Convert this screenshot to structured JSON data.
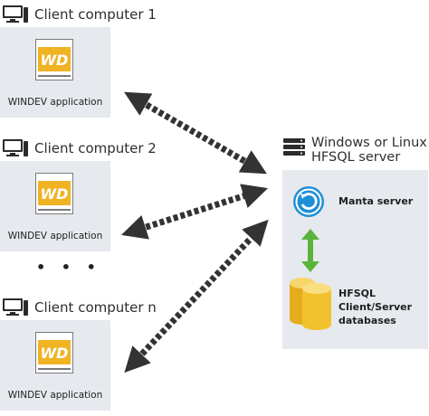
{
  "clients": [
    {
      "title": "Client computer 1",
      "app": "WINDEV application",
      "icon": "computer-icon",
      "app_icon": "windev-icon"
    },
    {
      "title": "Client computer 2",
      "app": "WINDEV application",
      "icon": "computer-icon",
      "app_icon": "windev-icon"
    },
    {
      "title": "Client computer n",
      "app": "WINDEV application",
      "icon": "computer-icon",
      "app_icon": "windev-icon"
    }
  ],
  "ellipsis": "• • •",
  "server": {
    "title_line1": "Windows or Linux",
    "title_line2": "HFSQL server",
    "icon": "server-icon",
    "manta": {
      "label": "Manta server",
      "icon": "manta-refresh-icon"
    },
    "databases": {
      "line1": "HFSQL",
      "line2": "Client/Server",
      "line3": "databases",
      "icon": "database-icon"
    }
  },
  "colors": {
    "box_fill": "#e6e9ee",
    "arrow_dark": "#333333",
    "manta_blue": "#1e8fd6",
    "green_arrow": "#5ab33a",
    "db_yellow": "#f2c12e",
    "windev_gold": "#f0b323"
  }
}
